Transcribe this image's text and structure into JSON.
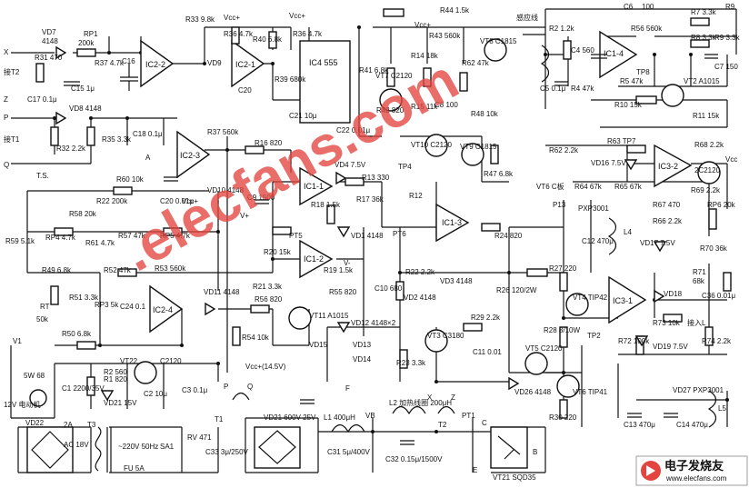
{
  "labels": {
    "r33": "R33 9.8k",
    "vcc1": "Vcc+",
    "r36": "R36 4.7k",
    "r40": "R40 6.8k",
    "r36b": "R36 4.7k",
    "vcc2": "Vcc+",
    "r44": "R44 1.5k",
    "coil": "感应线",
    "c6": "C6",
    "c6v": "100",
    "r7": "R7 3.3k",
    "r9": "R9",
    "x": "X",
    "vd7": "VD7",
    "vd7v": "4148",
    "rp1": "RP1",
    "rp1v": "200k",
    "ic22": "IC2-2",
    "vd9": "VD9",
    "ic21": "IC2-1",
    "ic4": "IC4 555",
    "r39": "R39 680k",
    "r41": "R41 6.8k",
    "vt7": "VT7 C2120",
    "vcc3": "Vcc+",
    "r43": "R43 560k",
    "r14": "R14 18k",
    "vt8": "VT8 C1815",
    "r2": "R2 1.2k",
    "c4": "C4 560",
    "r56": "R56 560k",
    "ic14": "IC1-4",
    "r8": "R8 3.3k",
    "r9v": "R9 3.3k",
    "c7": "C7 150",
    "jt2": "接T2",
    "r31": "R31 470",
    "r37": "R37 4.7k",
    "c16": "C16",
    "c15": "C15 1μ",
    "c20": "C20",
    "c21": "C21 10μ",
    "c22": "C22 0.01μ",
    "r42": "R42 820",
    "r15": "R15 11k",
    "c8": "C8 100",
    "r62": "R62 47k",
    "r48": "R48 10k",
    "r4": "R4 47k",
    "c5": "C5 0.1μ",
    "tp8": "TP8",
    "vt2": "VT2 A1015",
    "r5": "R5 47k",
    "r10": "R10 15k",
    "z": "Z",
    "c17": "C17 0.1μ",
    "p": "P",
    "vd8": "VD8 4148",
    "r35": "R35 3.3k",
    "c18": "C18 0.1μ",
    "r37b": "R37 560k",
    "ic23": "IC2-3",
    "r16": "R16 820",
    "vt10": "VT10 C2120",
    "vt9": "VT9 C1815",
    "r47": "R47 6.8k",
    "r11": "R11 15k",
    "r62b": "R62 2.2k",
    "vd16": "VD16 7.5V",
    "tp7": "R63 TP7",
    "r68": "R68 2.2k",
    "ic32": "IC3-2",
    "c2120": "2C2120",
    "vcc4": "Vcc",
    "jt1": "接T1",
    "r32": "R32 2.2k",
    "q": "Q",
    "a": "A",
    "vd4": "VD4 7.5V",
    "tp4": "TP4",
    "r13": "R13 330",
    "r17": "R17 36k",
    "ic11": "IC1-1",
    "ic13": "IC1-3",
    "r18": "R18 1.5k",
    "vt6b": "VT6 C板",
    "r64": "R64 67k",
    "r65": "R65 67k",
    "r69": "R69 2.2k",
    "ts": "T.S.",
    "r60": "R60 10k",
    "r22": "R22 200k",
    "c20b": "C20 0.01μ",
    "vcc5": "Vcc+",
    "vd10": "VD10 4148",
    "c9": "C9 1500",
    "r12": "R12",
    "r67": "R67 470",
    "rp6": "RP6 20k",
    "r58": "R58 20k",
    "rp4": "RP4 4.7k",
    "r57": "R57 47k",
    "rp5": "RP5 4.7k",
    "vplus": "V+",
    "pt5": "PT5",
    "vd1": "VD1 4148",
    "pt6": "PT6",
    "r24": "R24 820",
    "p13": "P13",
    "pxp": "PXP3001",
    "r66": "R66 2.2k",
    "vd17": "VD17 7.5V",
    "r70": "R70 36k",
    "c12": "C12 470μ",
    "l4": "L4",
    "r59": "R59 5.1k",
    "r61": "R61 4.7k",
    "r53": "R53 560k",
    "r20": "R20 15k",
    "ic12": "IC1-2",
    "r19": "R19 1.5k",
    "vminus": "V-",
    "r27": "R27 220",
    "r71": "R71",
    "r71v": "68k",
    "r49": "R49 6.8k",
    "r52": "R52 47k",
    "r21": "R21 3.3k",
    "c10": "C10 680",
    "r22b": "R22 2.2k",
    "vd3": "VD3 4148",
    "r26": "R26 120/2W",
    "vt4": "VT4 TIP42",
    "ic31": "IC3-1",
    "vd18": "VD18",
    "c36": "C36 0.01μ",
    "r51": "R51 3.3k",
    "rp3": "RP3 5k",
    "c24": "C24 0.1",
    "ic24": "IC2-4",
    "vd11": "VD11 4148",
    "r55": "R55 820",
    "vd2": "VD2 4148",
    "vt3": "VT3 C3180",
    "r28": "R28 8/10W",
    "r73": "R73 10k",
    "jielt": "接入L",
    "rt": "RT",
    "rt50": "50k",
    "r50": "R50 6.8k",
    "r56b": "R56 820",
    "vt11": "VT11 A1015",
    "vd12": "VD12 4148×2",
    "vd13": "VD13",
    "vd15": "VD15",
    "vd14": "VD14",
    "r29": "R29 2.2k",
    "c11": "C11 0.01",
    "vt5": "VT5 C2120",
    "tp2": "TP2",
    "r72": "R72 100k",
    "vd19": "VD19 7.5V",
    "r74": "R74 2.2k",
    "v1": "V1",
    "r54": "R54 10k",
    "vcc145": "Vcc+(14.5V)",
    "vt22": "VT22",
    "c2120b": "C2120",
    "r23": "R23 3.3k",
    "f": "F",
    "vd26": "VD26 4148",
    "vt6": "VT6 TIP41",
    "r1": "R1 820",
    "r2b": "R2 560",
    "c1": "C1 2200/35V",
    "c2": "C2 10μ",
    "c3": "C3 0.1μ",
    "vd21": "VD21 15V",
    "r30": "R30 220",
    "vd27": "VD27 PXP3001",
    "fw": "5W 68",
    "motor": "12V 电动机",
    "vd22": "VD22",
    "ac": "AC 18V",
    "j2a": "2A",
    "t3": "T3",
    "vin": "~220V 50Hz",
    "sa1": "SA1",
    "fu": "FU 5A",
    "rv": "RV 471",
    "c33": "C33 3μ/250V",
    "t1": "T1",
    "pp": "P",
    "qq": "Q",
    "vd21b": "VD21 600V 25V",
    "l1": "L1 400μH",
    "vb": "VB",
    "c31": "C31 5μ/400V",
    "c32": "C32 0.15μ/1500V",
    "heat": "L2 加热线圈 200μH",
    "xx": "X",
    "zz": "Z",
    "t2": "T2",
    "pt1": "PT1",
    "c13": "C13 470μ",
    "c14": "C14 470μ",
    "l5": "L5",
    "vt21": "VT21 SQD35",
    "cc": "C",
    "bb": "B",
    "ee": "E",
    "vcc6": "Vcc+",
    "jt": "T.S.",
    "watermark": ".elecfans.com",
    "badge": "电子发烧友",
    "badge_url": "www.elecfans.com"
  }
}
